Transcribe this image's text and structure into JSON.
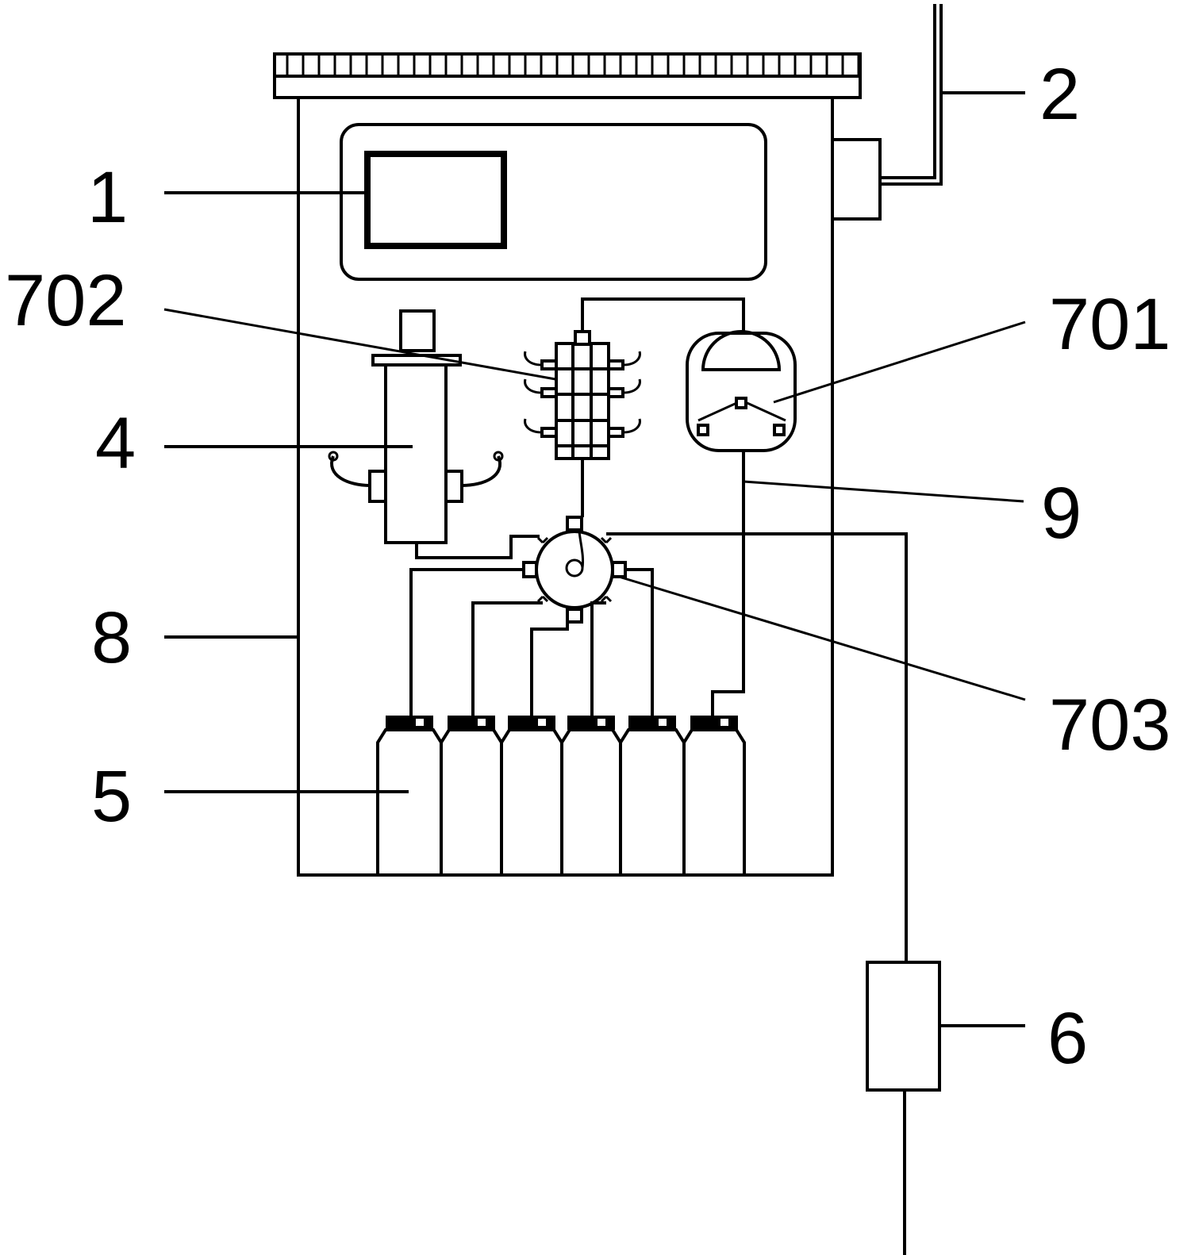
{
  "labels": {
    "l1": "1",
    "l2": "2",
    "l4": "4",
    "l5": "5",
    "l6": "6",
    "l8": "8",
    "l9": "9",
    "l701": "701",
    "l702": "702",
    "l703": "703"
  },
  "colors": {
    "ink": "#000000",
    "background": "#ffffff"
  }
}
